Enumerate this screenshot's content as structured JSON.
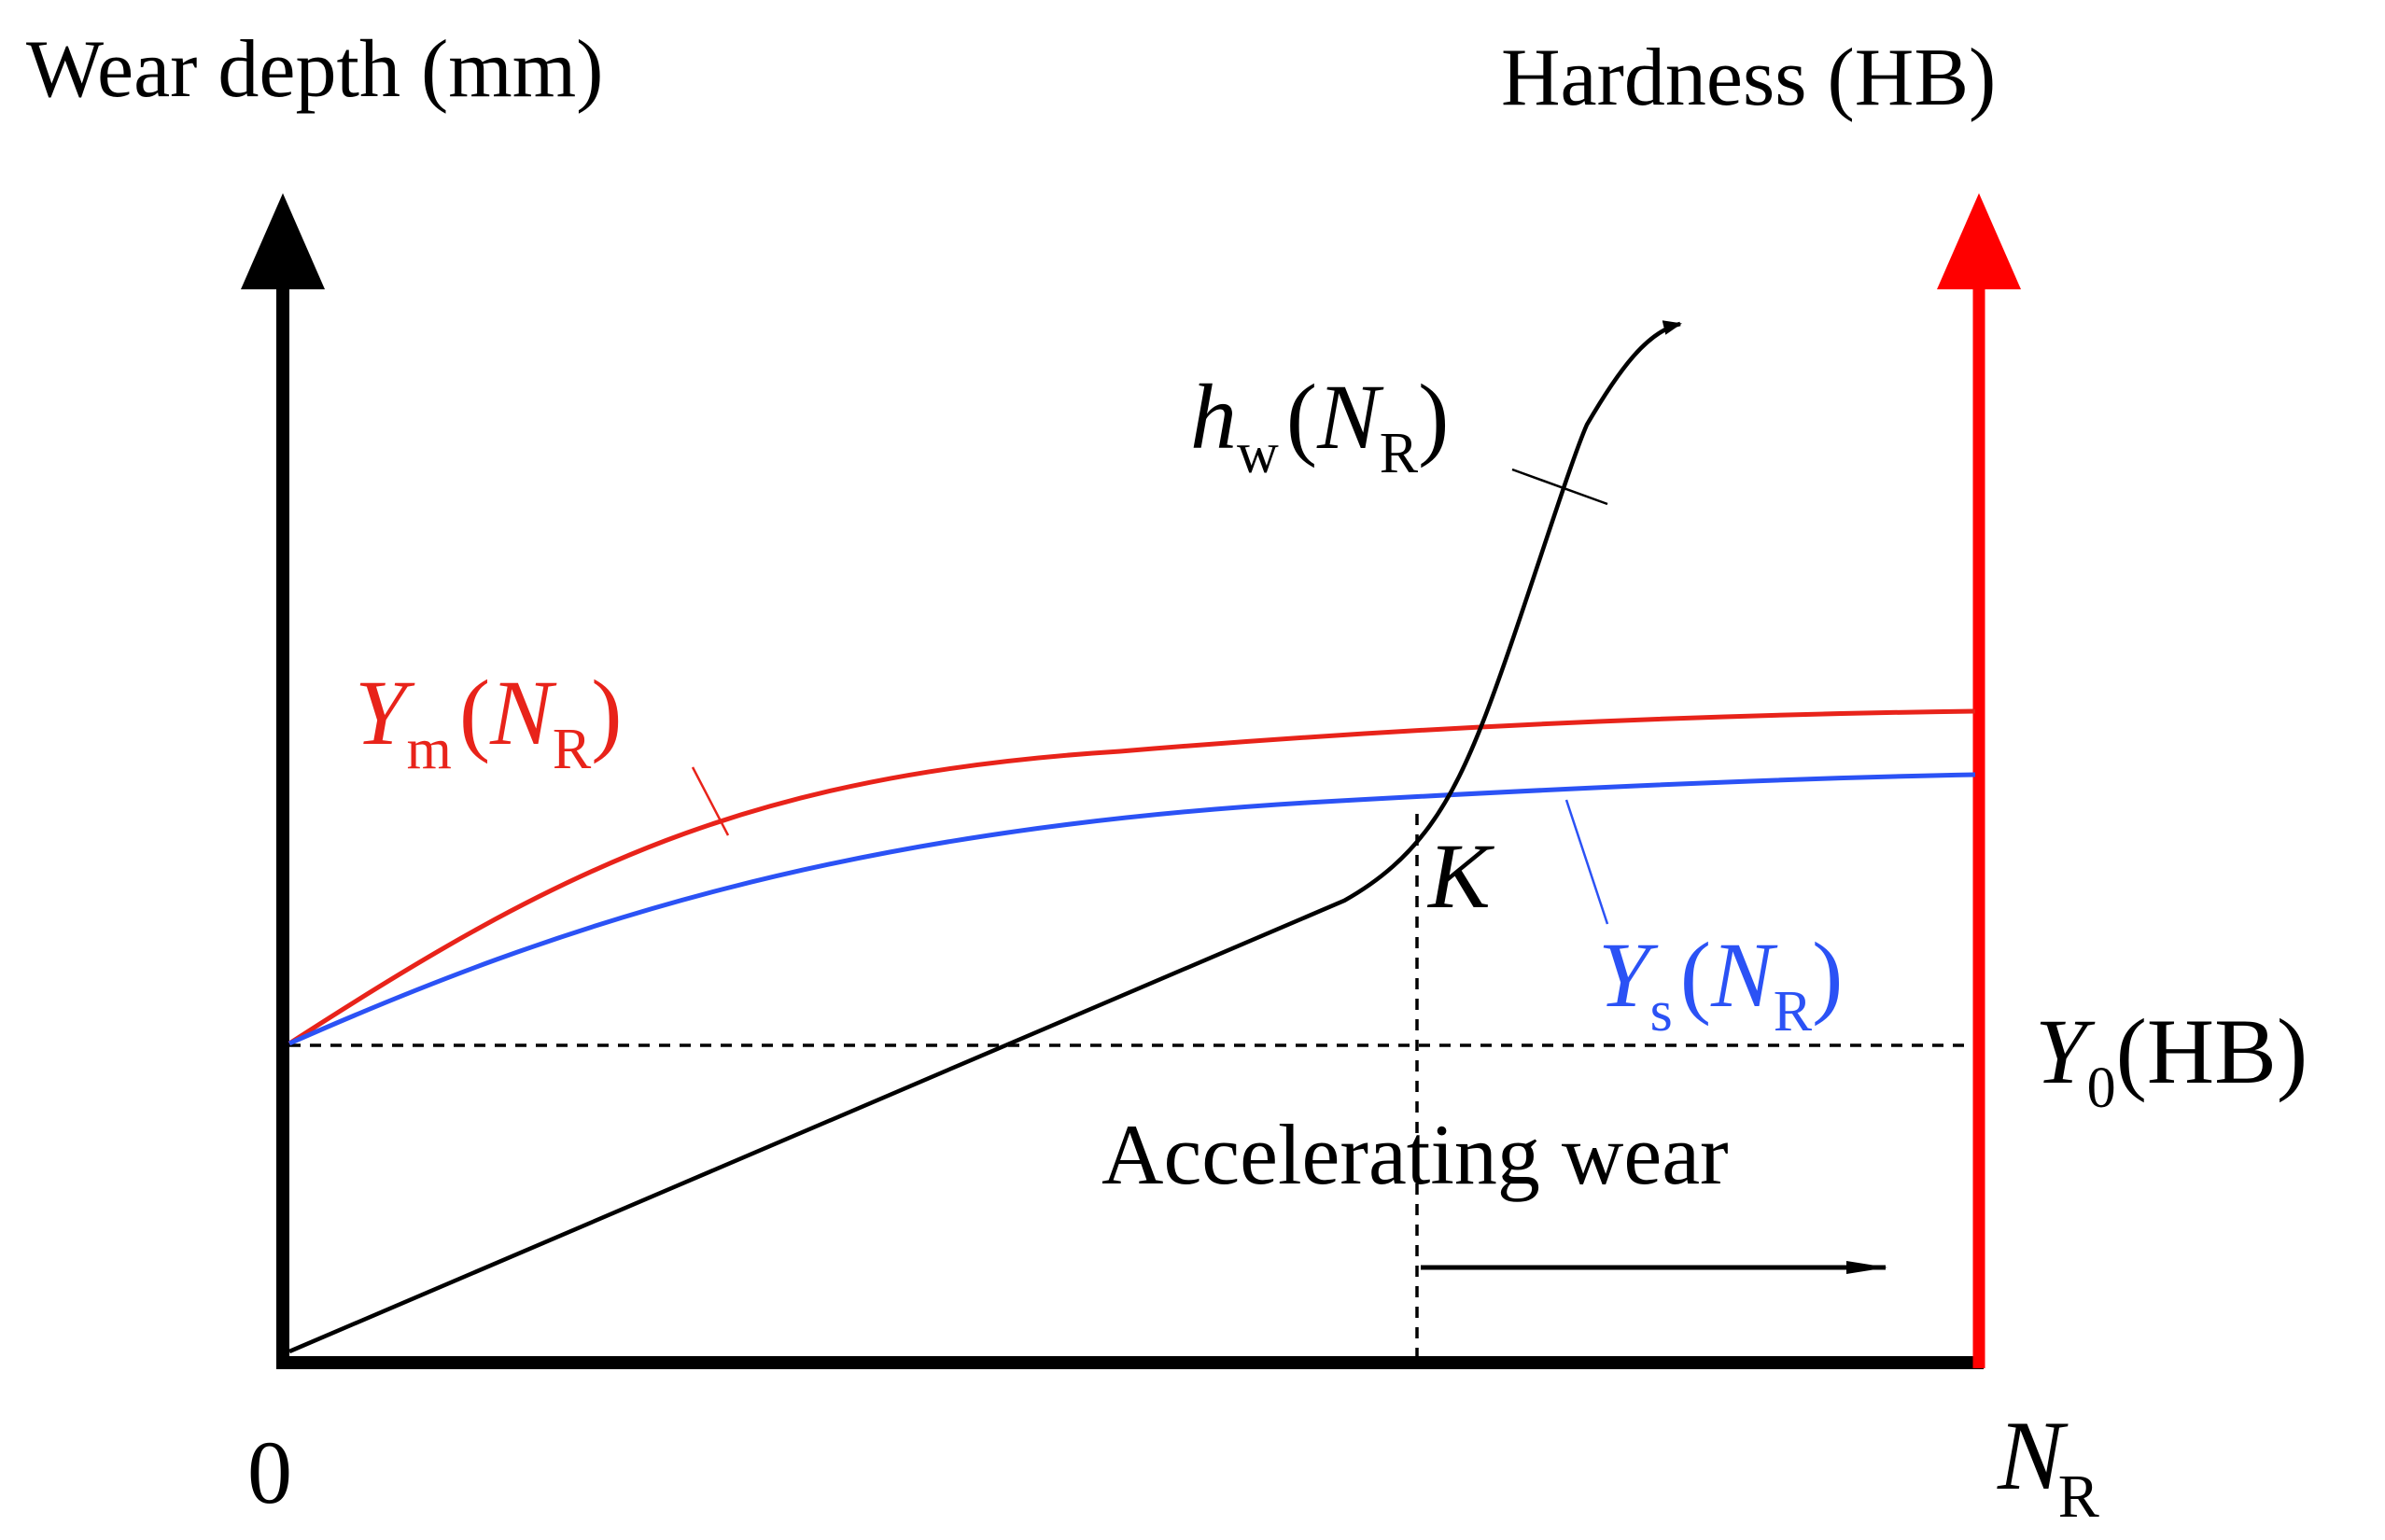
{
  "chart_data": {
    "type": "diagram",
    "left_axis_label": "Wear depth (mm)",
    "right_axis_label": "Hardness (HB)",
    "origin_label": "0",
    "x_axis_symbol": "N",
    "x_axis_subscript": "R",
    "curves": [
      {
        "symbol": "h",
        "subscript": "w",
        "argument": "N",
        "argument_subscript": "R",
        "color": "#000000"
      },
      {
        "symbol": "Y",
        "subscript": "m",
        "argument": "N",
        "argument_subscript": "R",
        "color": "#e8231a"
      },
      {
        "symbol": "Y",
        "subscript": "s",
        "argument": "N",
        "argument_subscript": "R",
        "color": "#2b52f5"
      }
    ],
    "point_label": "K",
    "reference_level": {
      "symbol": "Y",
      "subscript": "0",
      "unit": "(HB)"
    },
    "annotation": "Accelerating wear",
    "colors": {
      "left_axis": "#000000",
      "right_axis": "#ff0000",
      "hardness_mean": "#e8231a",
      "hardness_surface": "#2b52f5",
      "wear_depth": "#000000"
    }
  }
}
